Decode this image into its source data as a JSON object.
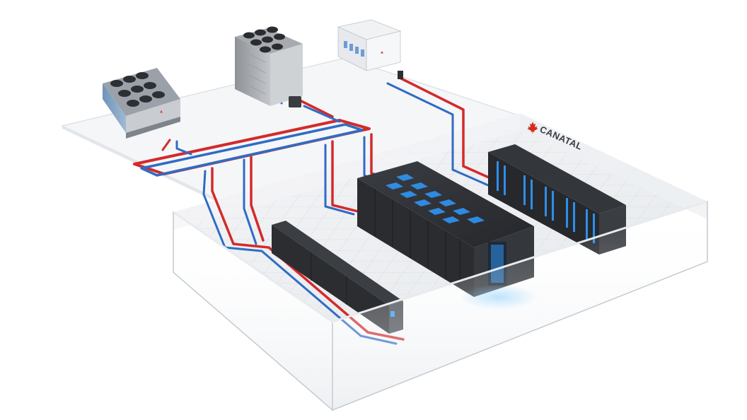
{
  "brand": {
    "name": "CANATAL",
    "logo_icon": "maple-leaf-icon",
    "logo_color": "#d52b1e"
  },
  "colors": {
    "supply_pipe": "#d42a2a",
    "return_pipe": "#2f6cc4",
    "cabinet": "#2b2d31",
    "led_blue": "#2e9bff",
    "glass_edge": "#c9ced4",
    "platform": "#f1f3f5"
  },
  "equipment": [
    {
      "id": "air-cooled-chiller",
      "icon": "chiller-icon"
    },
    {
      "id": "cooling-tower",
      "icon": "cooling-tower-icon"
    },
    {
      "id": "rooftop-condenser",
      "icon": "condenser-icon"
    },
    {
      "id": "in-row-cooling-units",
      "icon": "crah-icon"
    },
    {
      "id": "contained-server-aisle",
      "icon": "server-rack-icon"
    },
    {
      "id": "server-rack-row",
      "icon": "server-rack-icon"
    }
  ]
}
